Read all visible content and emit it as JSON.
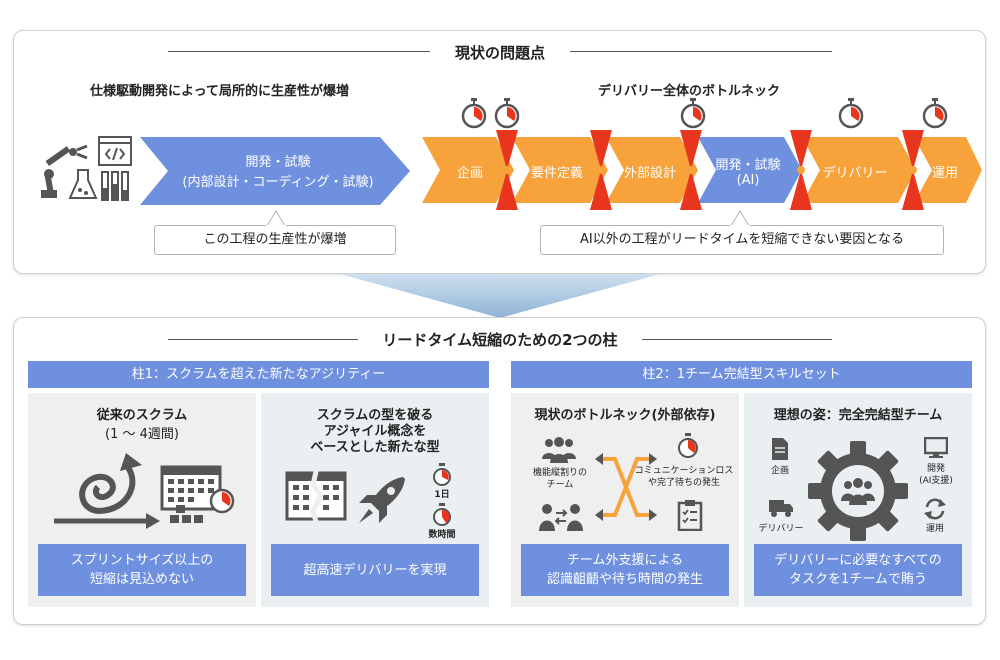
{
  "top": {
    "title": "現状の問題点",
    "left_heading": "仕様駆動開発によって局所的に生産性が爆増",
    "right_heading": "デリバリー全体のボトルネック",
    "big_arrow_line1": "開発・試験",
    "big_arrow_line2": "(内部設計・コーディング・試験)",
    "left_callout": "この工程の生産性が爆増",
    "right_callout": "AI以外の工程がリードタイムを短縮できない要因となる",
    "stages": [
      "企画",
      "要件定義",
      "外部設計",
      "開発・試験",
      "デリバリー",
      "運用"
    ],
    "ai_stage_sub": "(AI)"
  },
  "bottom": {
    "title": "リードタイム短縮のための2つの柱",
    "pillar1": "柱1：スクラムを超えた新たなアジリティー",
    "pillar2": "柱2：1チーム完結型スキルセット",
    "card1": {
      "title_line1": "従来のスクラム",
      "title_line2": "(1 〜 4週間)",
      "box_line1": "スプリントサイズ以上の",
      "box_line2": "短縮は見込めない"
    },
    "card2": {
      "title_line1": "スクラムの型を破る",
      "title_line2": "アジャイル概念を",
      "title_line3": "ベースとした新たな型",
      "label_day": "1日",
      "label_hours": "数時間",
      "box_line1": "超高速デリバリーを実現"
    },
    "card3": {
      "title_line1": "現状のボトルネック(外部依存)",
      "label_team_line1": "機能縦割りの",
      "label_team_line2": "チーム",
      "label_comm_line1": "コミュニケーションロス",
      "label_comm_line2": "や完了待ちの発生",
      "box_line1": "チーム外支援による",
      "box_line2": "認識齟齬や待ち時間の発生"
    },
    "card4": {
      "title_line1": "理想の姿：完全完結型チーム",
      "label_plan": "企画",
      "label_dev_line1": "開発",
      "label_dev_line2": "(AI支援)",
      "label_delivery": "デリバリー",
      "label_ops": "運用",
      "box_line1": "デリバリーに必要なすべての",
      "box_line2": "タスクを1チームで賄う"
    }
  },
  "colors": {
    "blue": "#6f90df",
    "orange": "#f7a23a",
    "red": "#e8361e",
    "card_gray": "#efefef",
    "card_blue": "#eaf0f2",
    "icon_dark": "#555555"
  }
}
